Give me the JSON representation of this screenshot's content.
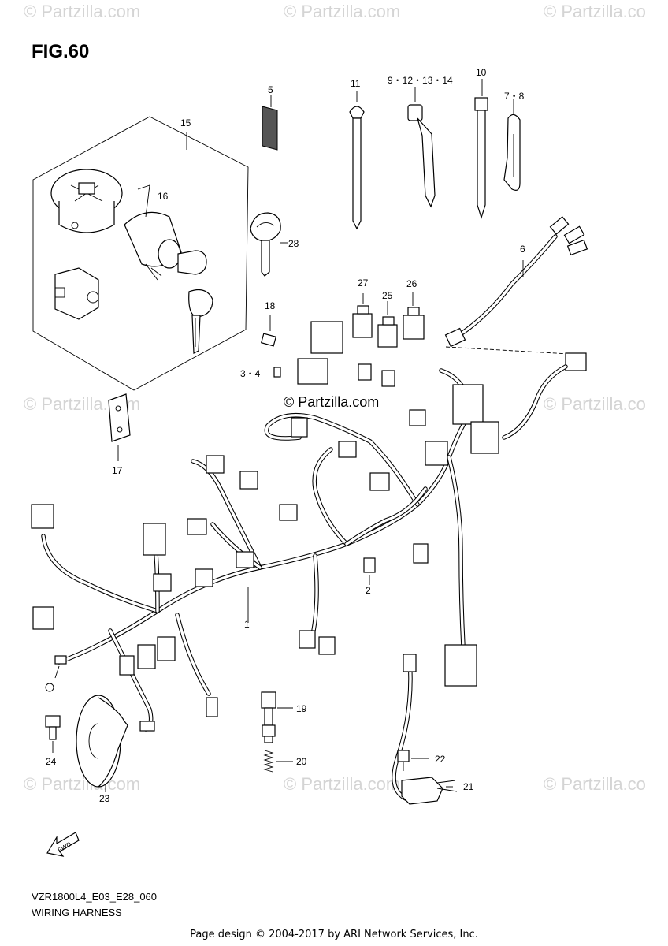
{
  "watermark": {
    "text": "© Partzilla.com",
    "center_text": "© Partzilla.com",
    "edge_text": "© Partzilla.co"
  },
  "figure": {
    "title": "FIG.60"
  },
  "diagram_code": "VZR1800L4_E03_E28_060",
  "diagram_name": "WIRING HARNESS",
  "credit": "Page design © 2004-2017 by ARI Network Services, Inc.",
  "callouts": {
    "c1": "1",
    "c2": "2",
    "c3_4": "3・4",
    "c5": "5",
    "c6": "6",
    "c7_8": "7・8",
    "c9_14": "9・12・13・14",
    "c10": "10",
    "c11": "11",
    "c15": "15",
    "c16": "16",
    "c17": "17",
    "c18": "18",
    "c19": "19",
    "c20": "20",
    "c21": "21",
    "c22": "22",
    "c23": "23",
    "c24": "24",
    "c25": "25",
    "c26": "26",
    "c27": "27",
    "c28": "28"
  },
  "fwd_label": "FWD"
}
